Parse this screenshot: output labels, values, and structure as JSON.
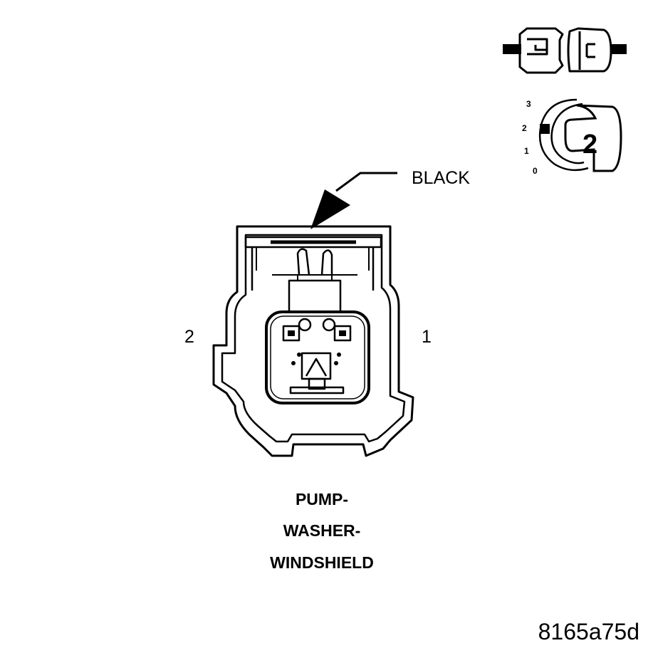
{
  "diagram": {
    "callout_label": "BLACK",
    "pin_left": "2",
    "pin_right": "1",
    "caption_lines": [
      "PUMP-",
      "WASHER-",
      "WINDSHIELD"
    ],
    "figure_id": "8165a75d",
    "view_indicator": {
      "scale_labels": [
        "3",
        "2",
        "1",
        "0"
      ],
      "view_number": "2"
    }
  }
}
